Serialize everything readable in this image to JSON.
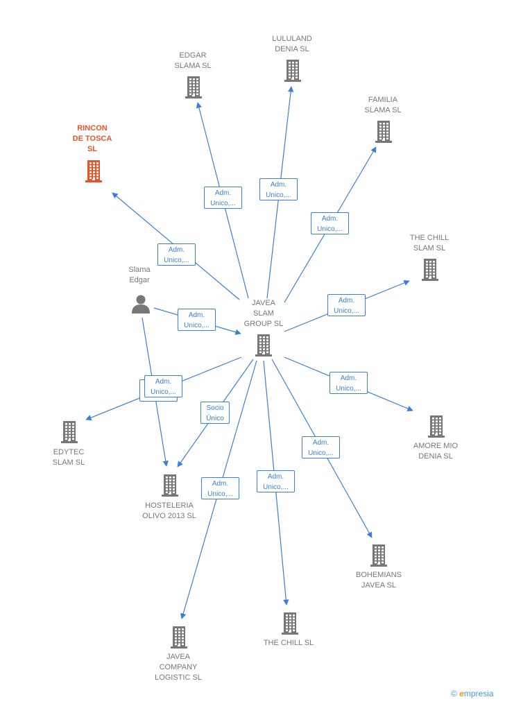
{
  "diagram": {
    "center_node": {
      "id": "javea_slam",
      "label": "JAVEA\nSLAM\nGROUP  SL"
    },
    "nodes": [
      {
        "id": "javea_slam",
        "label": "JAVEA\nSLAM\nGROUP  SL",
        "type": "company",
        "highlight": false
      },
      {
        "id": "rincon",
        "label": "RINCON\nDE TOSCA\nSL",
        "type": "company",
        "highlight": true
      },
      {
        "id": "edgar_slama",
        "label": "EDGAR\nSLAMA  SL",
        "type": "company",
        "highlight": false
      },
      {
        "id": "lululand",
        "label": "LULULAND\nDENIA  SL",
        "type": "company",
        "highlight": false
      },
      {
        "id": "familia",
        "label": "FAMILIA\nSLAMA  SL",
        "type": "company",
        "highlight": false
      },
      {
        "id": "chill_slam",
        "label": "THE CHILL\nSLAM  SL",
        "type": "company",
        "highlight": false
      },
      {
        "id": "slama_edgar",
        "label": "Slama\nEdgar",
        "type": "person",
        "highlight": false
      },
      {
        "id": "amore",
        "label": "AMORE MIO\nDENIA  SL",
        "type": "company",
        "highlight": false
      },
      {
        "id": "edytec",
        "label": "EDYTEC\nSLAM  SL",
        "type": "company",
        "highlight": false
      },
      {
        "id": "hosteleria",
        "label": "HOSTELERIA\nOLIVO 2013 SL",
        "type": "company",
        "highlight": false
      },
      {
        "id": "bohemians",
        "label": "BOHEMIANS\nJAVEA  SL",
        "type": "company",
        "highlight": false
      },
      {
        "id": "chill_sl",
        "label": "THE CHILL  SL",
        "type": "company",
        "highlight": false
      },
      {
        "id": "javea_company",
        "label": "JAVEA\nCOMPANY\nLOGISTIC  SL",
        "type": "company",
        "highlight": false
      }
    ],
    "edges": [
      {
        "from": "javea_slam",
        "to": "rincon",
        "label": "Adm.\nUnico,..."
      },
      {
        "from": "javea_slam",
        "to": "edgar_slama",
        "label": "Adm.\nUnico,..."
      },
      {
        "from": "javea_slam",
        "to": "lululand",
        "label": "Adm.\nUnico,..."
      },
      {
        "from": "javea_slam",
        "to": "familia",
        "label": "Adm.\nUnico,..."
      },
      {
        "from": "javea_slam",
        "to": "chill_slam",
        "label": "Adm.\nUnico,..."
      },
      {
        "from": "slama_edgar",
        "to": "javea_slam",
        "label": "Adm.\nUnico,..."
      },
      {
        "from": "javea_slam",
        "to": "amore",
        "label": "Adm.\nUnico,..."
      },
      {
        "from": "javea_slam",
        "to": "edytec",
        "label": "Adm.\nUnico,..."
      },
      {
        "from": "slama_edgar",
        "to": "hosteleria",
        "label": "Adm.\nUnico,..."
      },
      {
        "from": "javea_slam",
        "to": "hosteleria",
        "label": "Socio\nÚnico"
      },
      {
        "from": "javea_slam",
        "to": "bohemians",
        "label": "Adm.\nUnico,..."
      },
      {
        "from": "javea_slam",
        "to": "chill_sl",
        "label": "Adm.\nUnico,..."
      },
      {
        "from": "javea_slam",
        "to": "javea_company",
        "label": "Adm.\nUnico,..."
      }
    ]
  },
  "colors": {
    "edge": "#3a7ed6",
    "node_icon": "#777777",
    "highlight": "#e8542a",
    "label": "#777777"
  },
  "icons": {
    "company": "building-icon",
    "person": "person-icon",
    "brand": "copyright-icon"
  },
  "branding": {
    "symbol": "©",
    "first_letter": "e",
    "rest": "mpresia"
  }
}
